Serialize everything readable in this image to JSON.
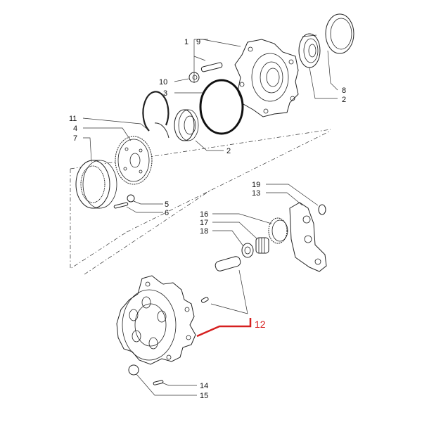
{
  "labels": {
    "l1_9_a": "1",
    "l1_9_b": "9",
    "l10": "10",
    "l3": "3",
    "l8": "8",
    "l2_top": "2",
    "l11": "11",
    "l4": "4",
    "l7": "7",
    "l2_mid": "2",
    "l5": "5",
    "l6": "6",
    "l19": "19",
    "l13": "13",
    "l16": "16",
    "l17": "17",
    "l18": "18",
    "l12": "12",
    "l14": "14",
    "l15": "15"
  },
  "colors": {
    "line": "#222222",
    "highlight": "#d62020"
  }
}
